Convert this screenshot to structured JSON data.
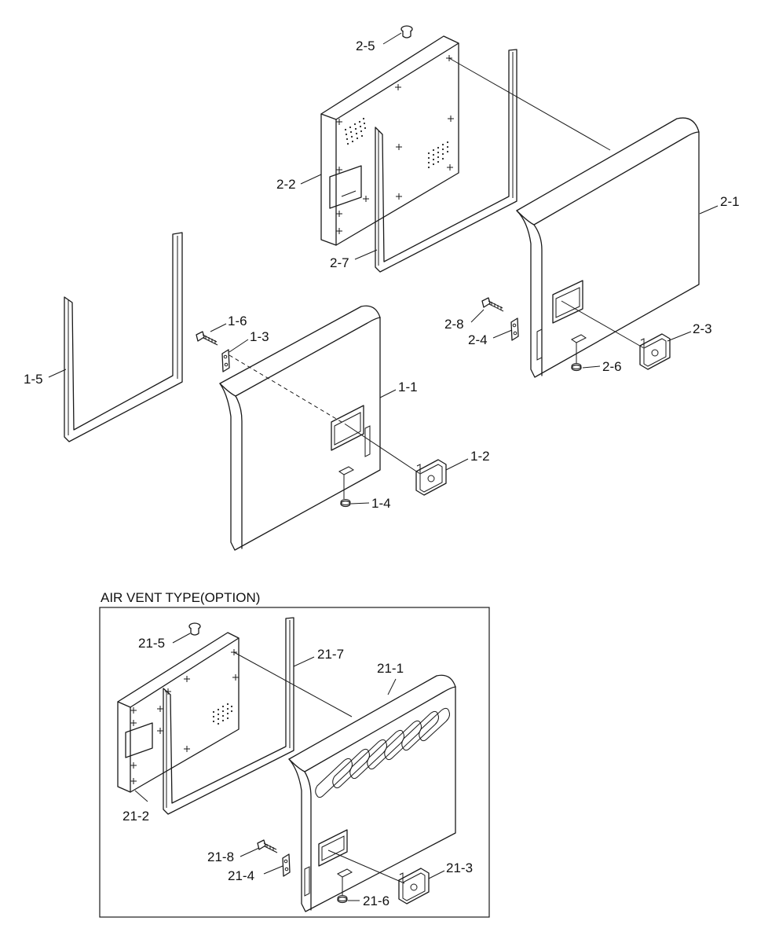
{
  "callouts": {
    "c2_5": "2-5",
    "c2_2": "2-2",
    "c2_7": "2-7",
    "c2_1": "2-1",
    "c2_8": "2-8",
    "c2_4": "2-4",
    "c2_3": "2-3",
    "c2_6": "2-6",
    "c1_5": "1-5",
    "c1_6": "1-6",
    "c1_3": "1-3",
    "c1_1": "1-1",
    "c1_2": "1-2",
    "c1_4": "1-4",
    "c21_5": "21-5",
    "c21_7": "21-7",
    "c21_1": "21-1",
    "c21_2": "21-2",
    "c21_8": "21-8",
    "c21_4": "21-4",
    "c21_3": "21-3",
    "c21_6": "21-6"
  },
  "option_title": "AIR VENT TYPE(OPTION)"
}
